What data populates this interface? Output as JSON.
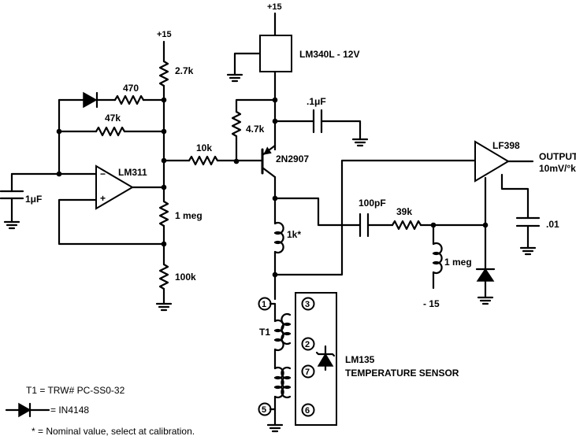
{
  "colors": {
    "ink": "#000000",
    "paper": "#ffffff"
  },
  "labels": {
    "supply_top_regulator": "+15",
    "supply_top_left": "+15",
    "regulator": "LM340L - 12V",
    "cap_01uF": ".1μF",
    "r_470": "470",
    "r_47k": "47k",
    "r_2_7k": "2.7k",
    "r_4_7k": "4.7k",
    "r_10k": "10k",
    "transistor": "2N2907",
    "comparator": "LM311",
    "cap_1uF": "1μF",
    "r_1meg_left": "1 meg",
    "r_100k": "100k",
    "l_1k": "1k*",
    "cap_100pF": "100pF",
    "r_39k": "39k",
    "r_1meg_right": "1 meg",
    "supply_neg": "- 15",
    "sample_hold": "LF398",
    "output_title": "OUTPUT",
    "output_scale": "10mV/°k",
    "cap_01": ".01",
    "transformer": "T1",
    "sensor_name": "LM135",
    "sensor_desc": "TEMPERATURE SENSOR",
    "pins": [
      "1",
      "3",
      "2",
      "7",
      "5",
      "6"
    ],
    "opamp_minus": "−",
    "opamp_plus": "+"
  },
  "notes": {
    "t1_part": "T1 = TRW# PC-SS0-32",
    "diode_part": "= IN4148",
    "asterisk": "* = Nominal value, select at calibration."
  }
}
